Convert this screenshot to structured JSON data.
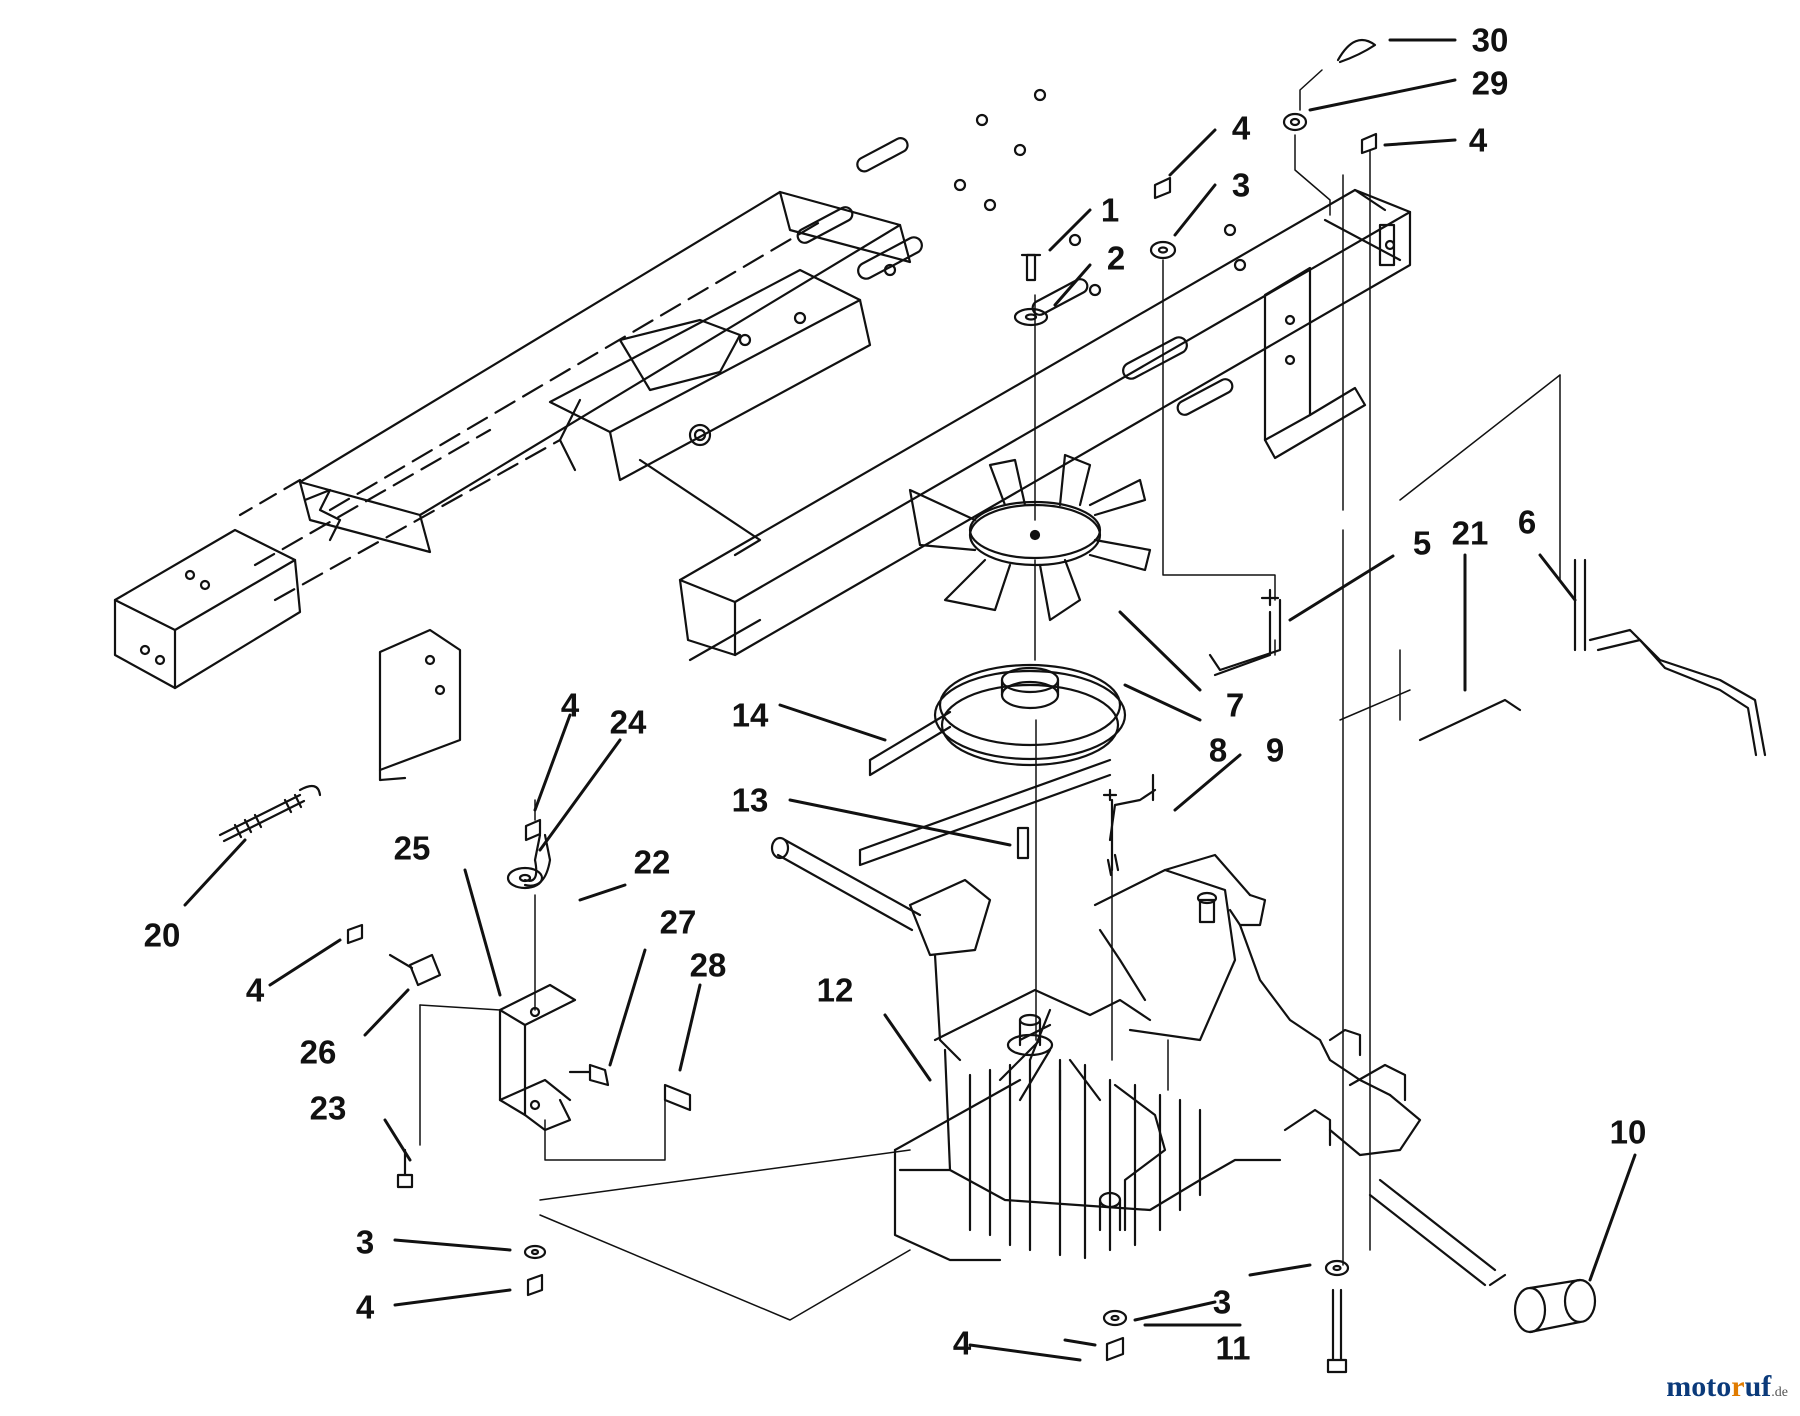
{
  "callouts": [
    {
      "id": "c30a",
      "label": "30"
    },
    {
      "id": "c29",
      "label": "29"
    },
    {
      "id": "c4a",
      "label": "4"
    },
    {
      "id": "c4b",
      "label": "4"
    },
    {
      "id": "c3a",
      "label": "3"
    },
    {
      "id": "c1",
      "label": "1"
    },
    {
      "id": "c2",
      "label": "2"
    },
    {
      "id": "c5",
      "label": "5"
    },
    {
      "id": "c21",
      "label": "21"
    },
    {
      "id": "c6",
      "label": "6"
    },
    {
      "id": "c7",
      "label": "7"
    },
    {
      "id": "c8",
      "label": "8"
    },
    {
      "id": "c9",
      "label": "9"
    },
    {
      "id": "c14",
      "label": "14"
    },
    {
      "id": "c13",
      "label": "13"
    },
    {
      "id": "c4c",
      "label": "4"
    },
    {
      "id": "c24",
      "label": "24"
    },
    {
      "id": "c25",
      "label": "25"
    },
    {
      "id": "c22",
      "label": "22"
    },
    {
      "id": "c20",
      "label": "20"
    },
    {
      "id": "c27",
      "label": "27"
    },
    {
      "id": "c28",
      "label": "28"
    },
    {
      "id": "c4d",
      "label": "4"
    },
    {
      "id": "c26",
      "label": "26"
    },
    {
      "id": "c12",
      "label": "12"
    },
    {
      "id": "c23",
      "label": "23"
    },
    {
      "id": "c10",
      "label": "10"
    },
    {
      "id": "c3b",
      "label": "3"
    },
    {
      "id": "c4e",
      "label": "4"
    },
    {
      "id": "c3c",
      "label": "3"
    },
    {
      "id": "c11",
      "label": "11"
    },
    {
      "id": "c4f",
      "label": "4"
    }
  ],
  "watermark": {
    "brand_prefix": "moto",
    "brand_accent": "r",
    "brand_suffix": "uf",
    "domain": ".de"
  },
  "colors": {
    "ink": "#111111",
    "paper": "#ffffff",
    "watermark_blue": "#0b3a7a",
    "watermark_orange": "#e07b00"
  }
}
